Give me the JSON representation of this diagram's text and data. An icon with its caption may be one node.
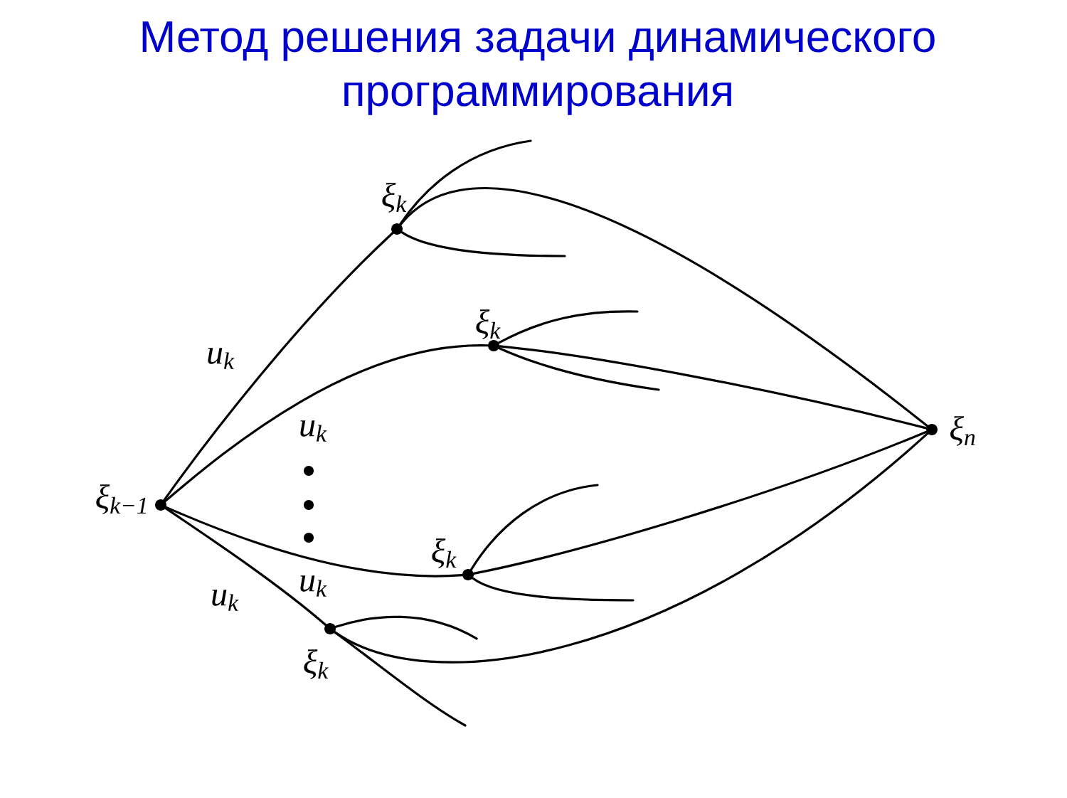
{
  "diagram": {
    "title": "Метод решения задачи динамического программирования",
    "nodes": [
      {
        "text": [],
        "shape": "circle",
        "beside": [
          "ξ$_{k−1}$"
        ]
      },
      {
        "text": [],
        "shape": "circle",
        "beside": [
          "ξ$_{k}$"
        ]
      },
      {
        "text": [],
        "shape": "circle",
        "beside": [
          "ξ$_{k}$"
        ]
      },
      {
        "text": [],
        "shape": "circle",
        "beside": [
          "ξ$_{k}$"
        ]
      },
      {
        "text": [],
        "shape": "circle",
        "beside": [
          "ξ$_{k}$"
        ]
      },
      {
        "text": [],
        "shape": "circle",
        "beside": [
          "ξ$_{n}$"
        ]
      }
    ],
    "edges": [
      {
        "from": 0,
        "to": 1,
        "arrow": "none",
        "label": "u$_{k}$"
      },
      {
        "from": 0,
        "to": 2,
        "arrow": "none",
        "label": "u$_{k}$"
      },
      {
        "from": 0,
        "to": 3,
        "arrow": "none",
        "label": "u$_{k}$"
      },
      {
        "from": 0,
        "to": 4,
        "arrow": "none",
        "label": "u$_{k}$"
      },
      {
        "from": 1,
        "to": 5,
        "arrow": "none"
      },
      {
        "from": 2,
        "to": 5,
        "arrow": "none"
      },
      {
        "from": 3,
        "to": 5,
        "arrow": "none"
      },
      {
        "from": 4,
        "to": 5,
        "arrow": "none"
      },
      {
        "from": 1,
        "to": null,
        "arrow": "none"
      },
      {
        "from": 1,
        "to": null,
        "arrow": "none"
      },
      {
        "from": 2,
        "to": null,
        "arrow": "none"
      },
      {
        "from": 2,
        "to": null,
        "arrow": "none"
      },
      {
        "from": 3,
        "to": null,
        "arrow": "none"
      },
      {
        "from": 3,
        "to": null,
        "arrow": "none"
      },
      {
        "from": 4,
        "to": null,
        "arrow": "none"
      },
      {
        "from": 4,
        "to": null,
        "arrow": "none"
      }
    ]
  }
}
